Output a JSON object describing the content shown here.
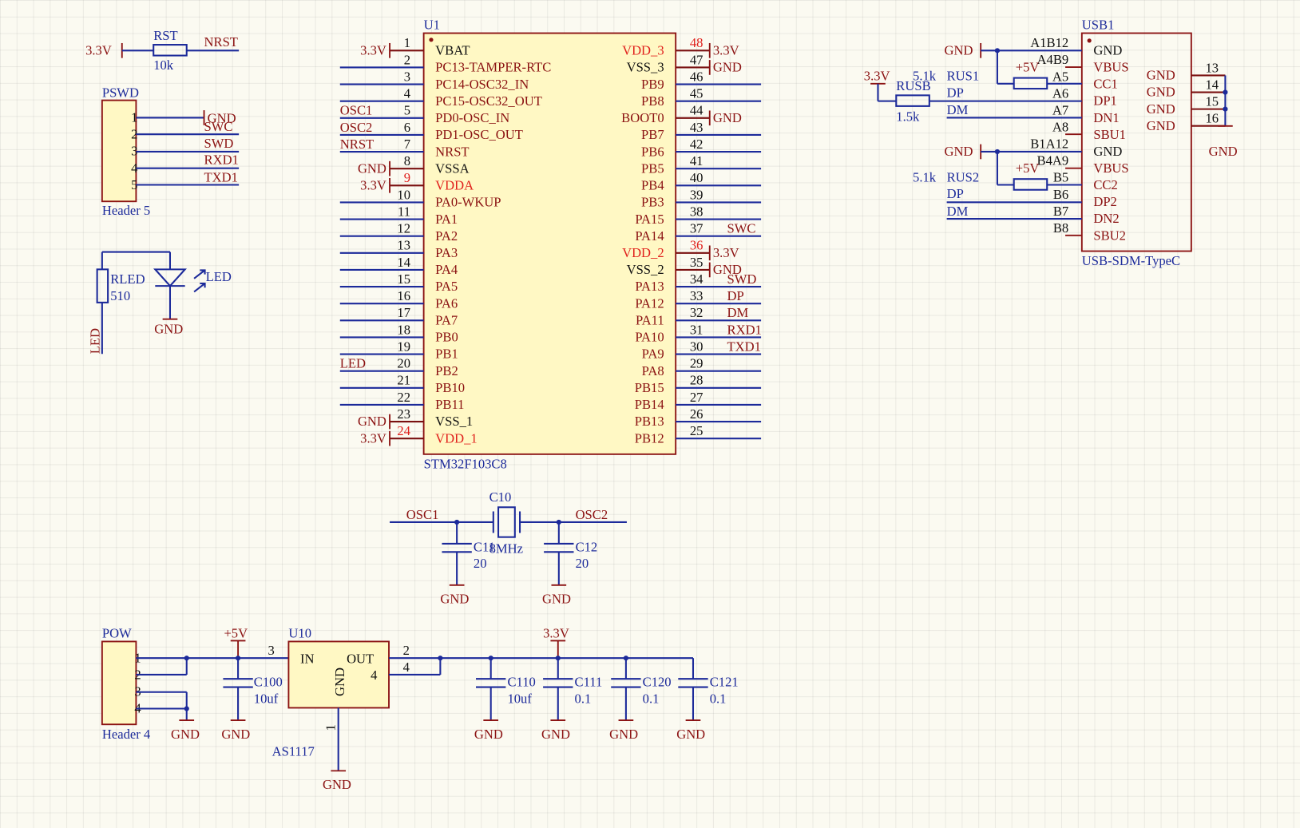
{
  "colors": {
    "background": "#fbfaf1",
    "grid": "#dcdcd2",
    "wire": "#1c2a9a",
    "component": "#8b1212",
    "part_fill": "#fff8c4",
    "power_pin": "#e0201c",
    "text": "#111111"
  },
  "power_ports": {
    "v33": "3.3V",
    "gnd": "GND",
    "v5": "+5V"
  },
  "nets": {
    "osc1": "OSC1",
    "osc2": "OSC2",
    "nrst": "NRST",
    "led": "LED",
    "swc": "SWC",
    "swd": "SWD",
    "rxd1": "RXD1",
    "txd1": "TXD1",
    "dp": "DP",
    "dm": "DM"
  },
  "rst_resistor": {
    "designator": "RST",
    "value": "10k"
  },
  "pswd": {
    "designator": "PSWD",
    "comment": "Header 5",
    "pins": [
      "1",
      "2",
      "3",
      "4",
      "5"
    ]
  },
  "led_section": {
    "resistor": {
      "designator": "RLED",
      "value": "510"
    },
    "diode": {
      "designator": "LED"
    }
  },
  "u1": {
    "designator": "U1",
    "comment": "STM32F103C8",
    "left_pins": [
      {
        "num": "1",
        "name": "VBAT",
        "net": "3.3V"
      },
      {
        "num": "2",
        "name": "PC13-TAMPER-RTC",
        "net": ""
      },
      {
        "num": "3",
        "name": "PC14-OSC32_IN",
        "net": ""
      },
      {
        "num": "4",
        "name": "PC15-OSC32_OUT",
        "net": ""
      },
      {
        "num": "5",
        "name": "PD0-OSC_IN",
        "net": "OSC1"
      },
      {
        "num": "6",
        "name": "PD1-OSC_OUT",
        "net": "OSC2"
      },
      {
        "num": "7",
        "name": "NRST",
        "net": "NRST"
      },
      {
        "num": "8",
        "name": "VSSA",
        "net": "GND"
      },
      {
        "num": "9",
        "name": "VDDA",
        "net": "3.3V"
      },
      {
        "num": "10",
        "name": "PA0-WKUP",
        "net": ""
      },
      {
        "num": "11",
        "name": "PA1",
        "net": ""
      },
      {
        "num": "12",
        "name": "PA2",
        "net": ""
      },
      {
        "num": "13",
        "name": "PA3",
        "net": ""
      },
      {
        "num": "14",
        "name": "PA4",
        "net": ""
      },
      {
        "num": "15",
        "name": "PA5",
        "net": ""
      },
      {
        "num": "16",
        "name": "PA6",
        "net": ""
      },
      {
        "num": "17",
        "name": "PA7",
        "net": ""
      },
      {
        "num": "18",
        "name": "PB0",
        "net": ""
      },
      {
        "num": "19",
        "name": "PB1",
        "net": ""
      },
      {
        "num": "20",
        "name": "PB2",
        "net": "LED"
      },
      {
        "num": "21",
        "name": "PB10",
        "net": ""
      },
      {
        "num": "22",
        "name": "PB11",
        "net": ""
      },
      {
        "num": "23",
        "name": "VSS_1",
        "net": "GND"
      },
      {
        "num": "24",
        "name": "VDD_1",
        "net": "3.3V"
      }
    ],
    "right_pins": [
      {
        "num": "48",
        "name": "VDD_3",
        "net": "3.3V"
      },
      {
        "num": "47",
        "name": "VSS_3",
        "net": "GND"
      },
      {
        "num": "46",
        "name": "PB9",
        "net": ""
      },
      {
        "num": "45",
        "name": "PB8",
        "net": ""
      },
      {
        "num": "44",
        "name": "BOOT0",
        "net": "GND"
      },
      {
        "num": "43",
        "name": "PB7",
        "net": ""
      },
      {
        "num": "42",
        "name": "PB6",
        "net": ""
      },
      {
        "num": "41",
        "name": "PB5",
        "net": ""
      },
      {
        "num": "40",
        "name": "PB4",
        "net": ""
      },
      {
        "num": "39",
        "name": "PB3",
        "net": ""
      },
      {
        "num": "38",
        "name": "PA15",
        "net": ""
      },
      {
        "num": "37",
        "name": "PA14",
        "net": "SWC"
      },
      {
        "num": "36",
        "name": "VDD_2",
        "net": "3.3V"
      },
      {
        "num": "35",
        "name": "VSS_2",
        "net": "GND"
      },
      {
        "num": "34",
        "name": "PA13",
        "net": "SWD"
      },
      {
        "num": "33",
        "name": "PA12",
        "net": "DP"
      },
      {
        "num": "32",
        "name": "PA11",
        "net": "DM"
      },
      {
        "num": "31",
        "name": "PA10",
        "net": "RXD1"
      },
      {
        "num": "30",
        "name": "PA9",
        "net": "TXD1"
      },
      {
        "num": "29",
        "name": "PA8",
        "net": ""
      },
      {
        "num": "28",
        "name": "PB15",
        "net": ""
      },
      {
        "num": "27",
        "name": "PB14",
        "net": ""
      },
      {
        "num": "26",
        "name": "PB13",
        "net": ""
      },
      {
        "num": "25",
        "name": "PB12",
        "net": ""
      }
    ]
  },
  "crystal": {
    "designator": "C10",
    "value": "8MHz",
    "caps": [
      {
        "designator": "C11",
        "value": "20"
      },
      {
        "designator": "C12",
        "value": "20"
      }
    ]
  },
  "power_section": {
    "header": {
      "designator": "POW",
      "comment": "Header 4",
      "pins": [
        "1",
        "2",
        "3",
        "4"
      ]
    },
    "regulator": {
      "designator": "U10",
      "comment": "AS1117",
      "in_label": "IN",
      "out_label": "OUT",
      "gnd_label": "GND",
      "pin_in": "3",
      "pin_out": "2",
      "pin_out2": "4",
      "pin_tab": "4",
      "pin_gnd": "1"
    },
    "caps": [
      {
        "designator": "C100",
        "value": "10uf"
      },
      {
        "designator": "C110",
        "value": "10uf"
      },
      {
        "designator": "C111",
        "value": "0.1"
      },
      {
        "designator": "C120",
        "value": "0.1"
      },
      {
        "designator": "C121",
        "value": "0.1"
      }
    ]
  },
  "usb": {
    "designator": "USB1",
    "comment": "USB-SDM-TypeC",
    "pull_up": {
      "designator": "RUSB",
      "value": "1.5k"
    },
    "cc_resistors": [
      {
        "designator": "RUS1",
        "value": "5.1k"
      },
      {
        "designator": "RUS2",
        "value": "5.1k"
      }
    ],
    "pins": [
      {
        "num": "A1B12",
        "name": "GND"
      },
      {
        "num": "A4B9",
        "name": "VBUS"
      },
      {
        "num": "A5",
        "name": "CC1"
      },
      {
        "num": "A6",
        "name": "DP1"
      },
      {
        "num": "A7",
        "name": "DN1"
      },
      {
        "num": "A8",
        "name": "SBU1"
      },
      {
        "num": "B1A12",
        "name": "GND"
      },
      {
        "num": "B4A9",
        "name": "VBUS"
      },
      {
        "num": "B5",
        "name": "CC2"
      },
      {
        "num": "B6",
        "name": "DP2"
      },
      {
        "num": "B7",
        "name": "DN2"
      },
      {
        "num": "B8",
        "name": "SBU2"
      }
    ],
    "shield_pins": [
      {
        "num": "13",
        "name": "GND"
      },
      {
        "num": "14",
        "name": "GND"
      },
      {
        "num": "15",
        "name": "GND"
      },
      {
        "num": "16",
        "name": "GND"
      }
    ]
  }
}
